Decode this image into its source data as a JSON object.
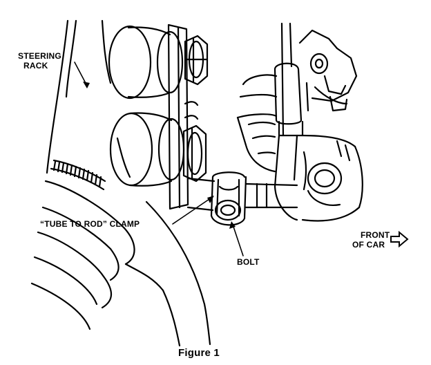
{
  "labels": {
    "steering_line1": "STEERING",
    "steering_line2": "RACK",
    "clamp": "“TUBE TO ROD” CLAMP",
    "bolt": "BOLT",
    "front_line1": "FRONT",
    "front_line2": "OF CAR",
    "caption": "Figure 1"
  },
  "colors": {
    "ink": "#000000",
    "paper": "#ffffff"
  },
  "icons": {
    "front_arrow": "arrow-right-icon"
  }
}
